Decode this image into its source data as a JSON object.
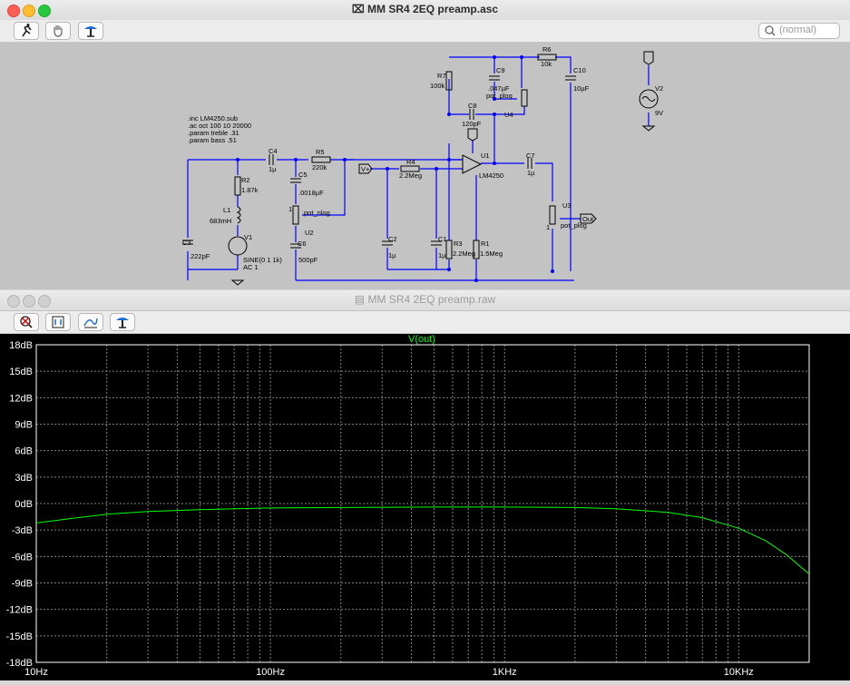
{
  "schematic_window": {
    "title": "MM SR4 2EQ preamp.asc",
    "search_placeholder": "(normal)",
    "toolbar": [
      "run-icon",
      "hand-icon",
      "probe-icon"
    ],
    "directives": [
      ".inc LM4250.sub",
      ".ac oct 100 10 20000",
      ".param treble .31",
      ".param bass .51"
    ],
    "labels": {
      "c4": "C4",
      "c4v": "1µ",
      "r5": "R5",
      "r5v": "220k",
      "r2": "R2",
      "r2v": "1.87k",
      "c5": "C5",
      "c5v": ".0018µF",
      "l1": "L1",
      "l1v": "683mH",
      "pot_nlog": "pot_nlog",
      "u2": "U2",
      "c6": "C6",
      "c6v": "500pF",
      "v1": "V1",
      "v1a": "SINE(0 1 1k)",
      "v1b": "AC 1",
      "c3": "C3",
      "c3v": ".222pF",
      "vplus_flag": "V+",
      "r4": "R4",
      "r4v": "2.2Meg",
      "c2": "C2",
      "c2v": "1µ",
      "c1": "C1",
      "c1v": "1µ",
      "r3": "R3",
      "r3v": "2.2Meg",
      "r1": "R1",
      "r1v": "1.5Meg",
      "u1": "U1",
      "u1v": "LM4250",
      "r7": "R7",
      "r7v": "100k",
      "c9": "C9",
      "c9v": ".047µF",
      "pot_plog_a": "pot_plog",
      "c8": "C8",
      "c8v": "120pF",
      "u4": "U4",
      "r6": "R6",
      "r6v": "10k",
      "c10": "C10",
      "c10v": "10µF",
      "c7": "C7",
      "c7v": "1µ",
      "u3": "U3",
      "pot_plog_b": "pot_plog",
      "out": "Out",
      "v2": "V2",
      "v2v": "9V",
      "pin1": "1"
    }
  },
  "plot_window": {
    "title": "MM SR4 2EQ preamp.raw",
    "toolbar": [
      "zoom-cancel-icon",
      "autorange-icon",
      "pick-trace-icon",
      "probe-icon"
    ]
  },
  "colors": {
    "trace": "#00ff00",
    "wire": "#0000ff",
    "grid": "#7f7f7f",
    "axis_text": "#ffffff",
    "schematic_bg": "#c3c3c3"
  },
  "chart_data": {
    "type": "line",
    "title": "",
    "legend": [
      "V(out)"
    ],
    "xlabel": "",
    "ylabel": "",
    "x_scale": "log",
    "xlim": [
      10,
      20000
    ],
    "ylim": [
      -18,
      18
    ],
    "x_ticks": [
      "10Hz",
      "100Hz",
      "1KHz",
      "10KHz"
    ],
    "x_tick_values": [
      10,
      100,
      1000,
      10000
    ],
    "y_ticks": [
      "18dB",
      "15dB",
      "12dB",
      "9dB",
      "6dB",
      "3dB",
      "0dB",
      "-3dB",
      "-6dB",
      "-9dB",
      "-12dB",
      "-15dB",
      "-18dB"
    ],
    "y_tick_values": [
      18,
      15,
      12,
      9,
      6,
      3,
      0,
      -3,
      -6,
      -9,
      -12,
      -15,
      -18
    ],
    "grid": true,
    "series": [
      {
        "name": "V(out)",
        "x": [
          10,
          15,
          20,
          30,
          50,
          70,
          100,
          200,
          500,
          1000,
          2000,
          3000,
          5000,
          7000,
          10000,
          13000,
          16000,
          20000
        ],
        "y": [
          -2.2,
          -1.6,
          -1.2,
          -0.9,
          -0.7,
          -0.6,
          -0.5,
          -0.45,
          -0.4,
          -0.4,
          -0.45,
          -0.6,
          -1.0,
          -1.6,
          -2.8,
          -4.2,
          -5.8,
          -8.0
        ]
      }
    ]
  }
}
